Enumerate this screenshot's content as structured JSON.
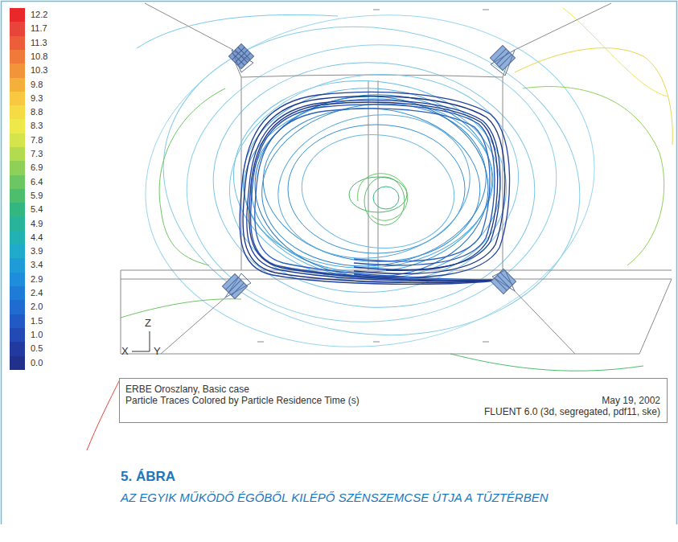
{
  "diagram": {
    "title": "5. ÁBRA",
    "caption": "AZ EGYIK MŰKÖDŐ ÉGŐBŐL KILÉPŐ SZÉNSZEMCSE ÚTJA A TŰZTÉRBEN",
    "nodes": [
      {
        "text": [
          "ERBE Oroszlany, Basic case",
          "Particle Traces Colored by Particle Residence Time (s)",
          "May 19, 2002",
          "FLUENT 6.0 (3d, segregated, pdf11, ske)"
        ]
      }
    ],
    "labels": [
      "Z",
      "X",
      "Y"
    ],
    "legend": [
      {
        "text": "12.2",
        "color": "#e8282a"
      },
      {
        "text": "11.7",
        "color": "#e8443a"
      },
      {
        "text": "11.3",
        "color": "#ec5e3a"
      },
      {
        "text": "10.8",
        "color": "#ef7a3a"
      },
      {
        "text": "10.3",
        "color": "#f2953a"
      },
      {
        "text": "9.8",
        "color": "#f5b03c"
      },
      {
        "text": "9.3",
        "color": "#f7c840"
      },
      {
        "text": "8.8",
        "color": "#f5dc45"
      },
      {
        "text": "8.3",
        "color": "#eee84a"
      },
      {
        "text": "7.8",
        "color": "#d5e44c"
      },
      {
        "text": "7.3",
        "color": "#b2db50"
      },
      {
        "text": "6.9",
        "color": "#8fd158"
      },
      {
        "text": "6.4",
        "color": "#6cc662"
      },
      {
        "text": "5.9",
        "color": "#4dbd6e"
      },
      {
        "text": "5.4",
        "color": "#34b680"
      },
      {
        "text": "4.9",
        "color": "#28b49a"
      },
      {
        "text": "4.4",
        "color": "#22b2b4"
      },
      {
        "text": "3.9",
        "color": "#20aacc"
      },
      {
        "text": "3.4",
        "color": "#1f9cd8"
      },
      {
        "text": "2.9",
        "color": "#1e8ddc"
      },
      {
        "text": "2.4",
        "color": "#1e7cd8"
      },
      {
        "text": "2.0",
        "color": "#1f6bd0"
      },
      {
        "text": "1.5",
        "color": "#215ac4"
      },
      {
        "text": "1.0",
        "color": "#2249b4"
      },
      {
        "text": "0.5",
        "color": "#2239a0"
      },
      {
        "text": "0.0",
        "color": "#21308a"
      }
    ]
  }
}
